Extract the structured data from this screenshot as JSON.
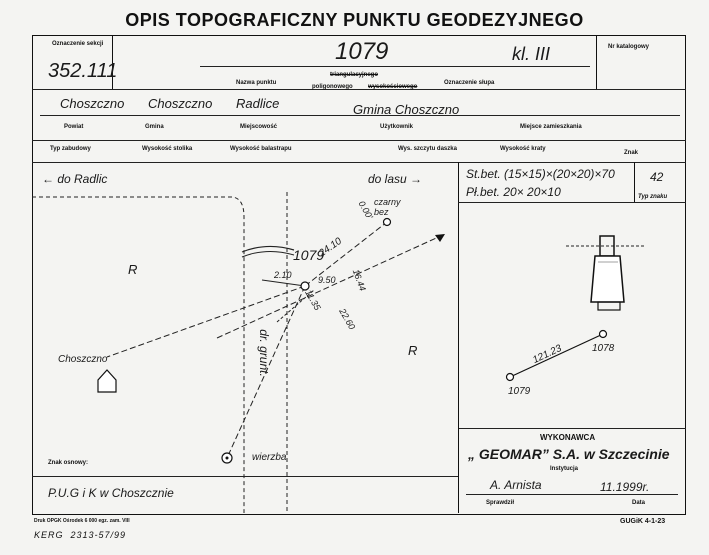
{
  "form_title": "OPIS TOPOGRAFICZNY PUNKTU GEODEZYJNEGO",
  "header": {
    "sheet_label": "Oznaczenie sekcji",
    "sheet_value": "352.111",
    "point_number": "1079",
    "point_class": "kl. III",
    "catalog_label": "Nr katalogowy",
    "point_name_label": "Nazwa punktu",
    "point_type_triang": "triangulacyjnego",
    "point_type_polygon": "poligonowego",
    "point_type_leveling": "wysokościowego",
    "column_label": "Oznaczenie słupa"
  },
  "location": {
    "powiat_label": "Powiat",
    "powiat_value": "Choszczno",
    "gmina_label": "Gmina",
    "gmina_value": "Choszczno",
    "miejscowosc_label": "Miejscowość",
    "miejscowosc_value": "Radlice",
    "uzytkownik_label": "Użytkownik",
    "uzytkownik_value": "Gmina Choszczno",
    "zamieszkanie_label": "Miejsce zamieszkania"
  },
  "row3": {
    "typ_zabudowy": "Typ zabudowy",
    "wys_stolika": "Wysokość stolika",
    "wys_balastrapu": "Wysokość balastrapu",
    "wys_szczytu": "Wys. szczytu daszka",
    "wys_kraty": "Wysokość kraty",
    "znak_label": "Znak"
  },
  "marker": {
    "line1": "St.bet. (15×15)×(20×20)×70",
    "line2": "Pł.bet. 20× 20×10",
    "type_number": "42",
    "type_label": "Typ znaku"
  },
  "sketch": {
    "to_radlice": "← do Radlic",
    "to_forest": "do lasu →",
    "area_R1": "R",
    "area_R2": "R",
    "point": "1079",
    "town": "Choszczno",
    "black_elder": "czarny\nbez",
    "willow": "wierzba",
    "road": "dr. grunt.",
    "d1": "24.10",
    "d2": "9.50",
    "d3": "2.10",
    "d4": "16.44",
    "d5": "11.35",
    "d6": "22.60",
    "d7": "0.00'",
    "survey_marks_label": "Znak osnowy:"
  },
  "mini_map": {
    "from_point": "1079",
    "to_point": "1078",
    "distance": "121.23"
  },
  "footer": {
    "office": "P.U.G i K w Choszcznie",
    "contractor_label": "WYKONAWCA",
    "contractor_name": "„ GEOMAR” S.A. w Szczecinie",
    "institution_label": "Instytucja",
    "surveyor": "A. Arnista",
    "date": "11.1999r.",
    "checked_label": "Sprawdził",
    "date_label": "Data",
    "print_note": "Druk OPGK Ośrodek 6 000 egz. zam. VIII",
    "serial": "KERG  2313-57/99",
    "form_code": "GUGiK 4-1-23"
  }
}
